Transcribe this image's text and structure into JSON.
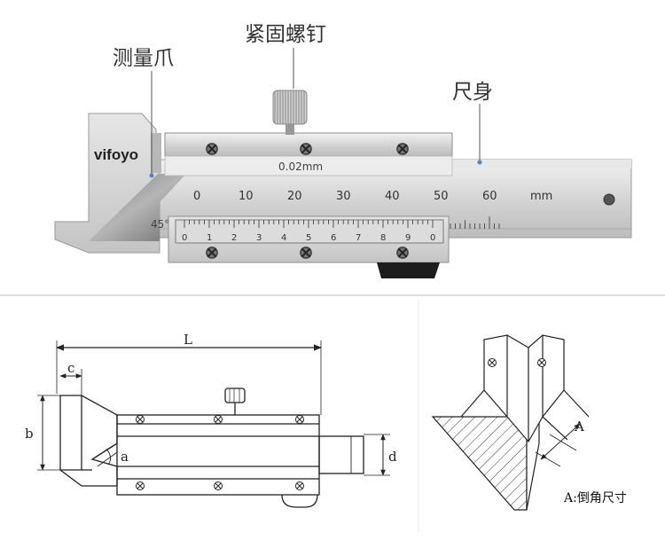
{
  "labels": {
    "jaw": "测量爪",
    "lock_screw": "紧固螺钉",
    "beam": "尺身"
  },
  "gauge": {
    "brand": "vifoyo",
    "resolution": "0.02mm",
    "angle": "45°",
    "unit": "mm",
    "main_scale": [
      "0",
      "10",
      "20",
      "30",
      "40",
      "50",
      "60"
    ],
    "vernier_scale": [
      "0",
      "1",
      "2",
      "3",
      "4",
      "5",
      "6",
      "7",
      "8",
      "9",
      "0"
    ]
  },
  "drawing": {
    "dim_L": "L",
    "dim_c": "c",
    "dim_b": "b",
    "dim_a": "a",
    "dim_d": "d"
  },
  "detail": {
    "dim_A": "A",
    "legend": "A:倒角尺寸"
  },
  "colors": {
    "steel": "#d3d3d3",
    "steel_dark": "#9a9a9a",
    "line": "#222222",
    "label": "#333333"
  }
}
